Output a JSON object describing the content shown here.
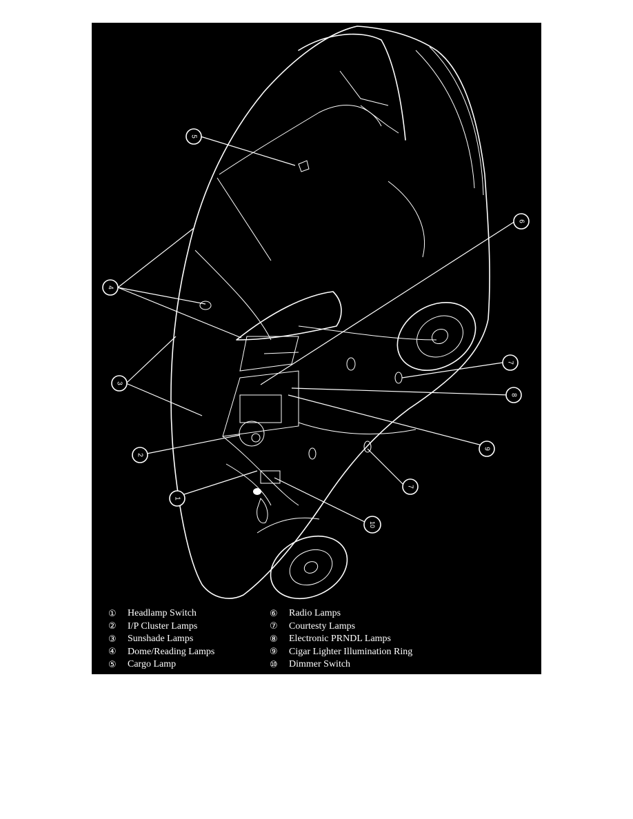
{
  "callouts": [
    {
      "id": "callout-1",
      "number": "1"
    },
    {
      "id": "callout-2",
      "number": "2"
    },
    {
      "id": "callout-3",
      "number": "3"
    },
    {
      "id": "callout-4",
      "number": "4"
    },
    {
      "id": "callout-5",
      "number": "5"
    },
    {
      "id": "callout-6",
      "number": "6"
    },
    {
      "id": "callout-7a",
      "number": "7"
    },
    {
      "id": "callout-7b",
      "number": "7"
    },
    {
      "id": "callout-8",
      "number": "8"
    },
    {
      "id": "callout-9",
      "number": "9"
    },
    {
      "id": "callout-10",
      "number": "10"
    }
  ],
  "legend": {
    "left": [
      {
        "num": "①",
        "label": "Headlamp Switch"
      },
      {
        "num": "②",
        "label": "I/P Cluster Lamps"
      },
      {
        "num": "③",
        "label": "Sunshade Lamps"
      },
      {
        "num": "④",
        "label": "Dome/Reading Lamps"
      },
      {
        "num": "⑤",
        "label": "Cargo Lamp"
      }
    ],
    "right": [
      {
        "num": "⑥",
        "label": "Radio Lamps"
      },
      {
        "num": "⑦",
        "label": "Courtesty Lamps"
      },
      {
        "num": "⑧",
        "label": "Electronic PRNDL Lamps"
      },
      {
        "num": "⑨",
        "label": "Cigar Lighter Illumination Ring"
      },
      {
        "num": "⑩",
        "label": "Dimmer Switch"
      }
    ]
  }
}
